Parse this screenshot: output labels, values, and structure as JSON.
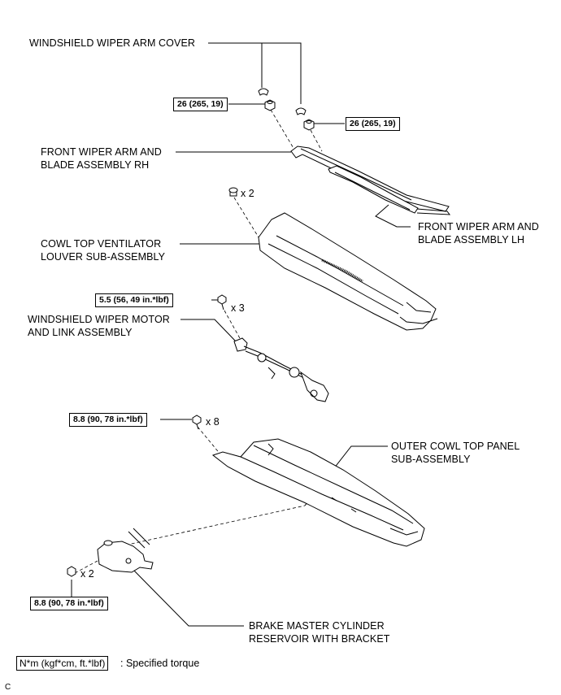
{
  "labels": {
    "wiper_arm_cover": "WINDSHIELD WIPER ARM COVER",
    "front_wiper_rh_1": "FRONT WIPER ARM AND",
    "front_wiper_rh_2": "BLADE ASSEMBLY RH",
    "front_wiper_lh_1": "FRONT WIPER ARM AND",
    "front_wiper_lh_2": "BLADE ASSEMBLY LH",
    "cowl_louver_1": "COWL TOP VENTILATOR",
    "cowl_louver_2": "LOUVER SUB-ASSEMBLY",
    "wiper_motor_1": "WINDSHIELD WIPER MOTOR",
    "wiper_motor_2": "AND LINK ASSEMBLY",
    "outer_cowl_1": "OUTER COWL TOP PANEL",
    "outer_cowl_2": "SUB-ASSEMBLY",
    "brake_res_1": "BRAKE MASTER CYLINDER",
    "brake_res_2": "RESERVOIR WITH BRACKET"
  },
  "torques": {
    "nut_left": "26 (265, 19)",
    "nut_right": "26 (265, 19)",
    "motor_bolt": "5.5 (56, 49 in.*lbf)",
    "cowl_panel_bolt": "8.8 (90, 78 in.*lbf)",
    "reservoir_nut": "8.8 (90, 78 in.*lbf)"
  },
  "quantities": {
    "louver_clip": "x 2",
    "motor_bolt": "x 3",
    "cowl_panel_bolt": "x 8",
    "reservoir_nut": "x 2"
  },
  "legend": {
    "unit": "N*m (kgf*cm, ft.*lbf)",
    "desc": ": Specified torque"
  },
  "figure_code": "C"
}
